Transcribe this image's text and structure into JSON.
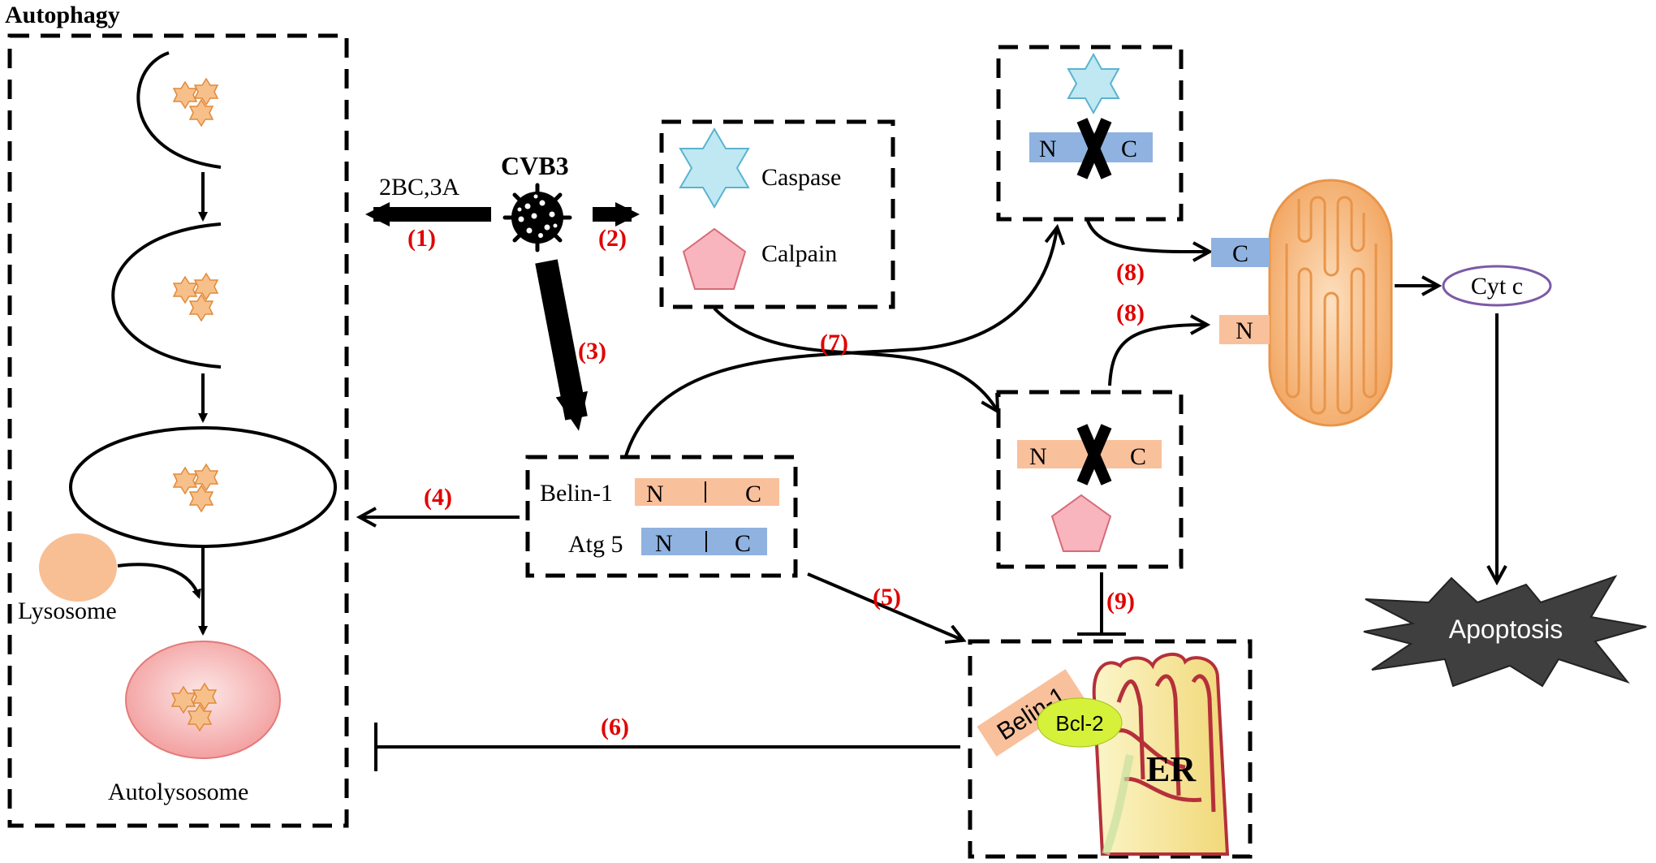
{
  "title": "Autophagy",
  "virus": "CVB3",
  "arrow_label_2bc": "2BC,3A",
  "steps": {
    "s1": "(1)",
    "s2": "(2)",
    "s3": "(3)",
    "s4": "(4)",
    "s5": "(5)",
    "s6": "(6)",
    "s7": "(7)",
    "s8a": "(8)",
    "s8b": "(8)",
    "s9": "(9)"
  },
  "proteases": {
    "caspase": "Caspase",
    "calpain": "Calpain"
  },
  "proteins": {
    "belin1": "Belin-1",
    "atg5": "Atg 5"
  },
  "fragments": {
    "n": "N",
    "c": "C"
  },
  "autophagy_labels": {
    "lysosome": "Lysosome",
    "autolysosome": "Autolysosome"
  },
  "er": {
    "belin1": "Belin-1",
    "bcl2": "Bcl-2",
    "label": "ER"
  },
  "cytc": "Cyt c",
  "apoptosis": "Apoptosis",
  "colors": {
    "orange_bar": "#f9c09c",
    "blue_bar": "#8fb2e0",
    "red_label": "#e00000",
    "caspase": "#bfe8f2",
    "calpain": "#f8b5bd",
    "mito": "#f7b97a",
    "er": "#f6e49a",
    "cytc_border": "#7b5aa6",
    "apoptosis": "#3f3f3f"
  }
}
